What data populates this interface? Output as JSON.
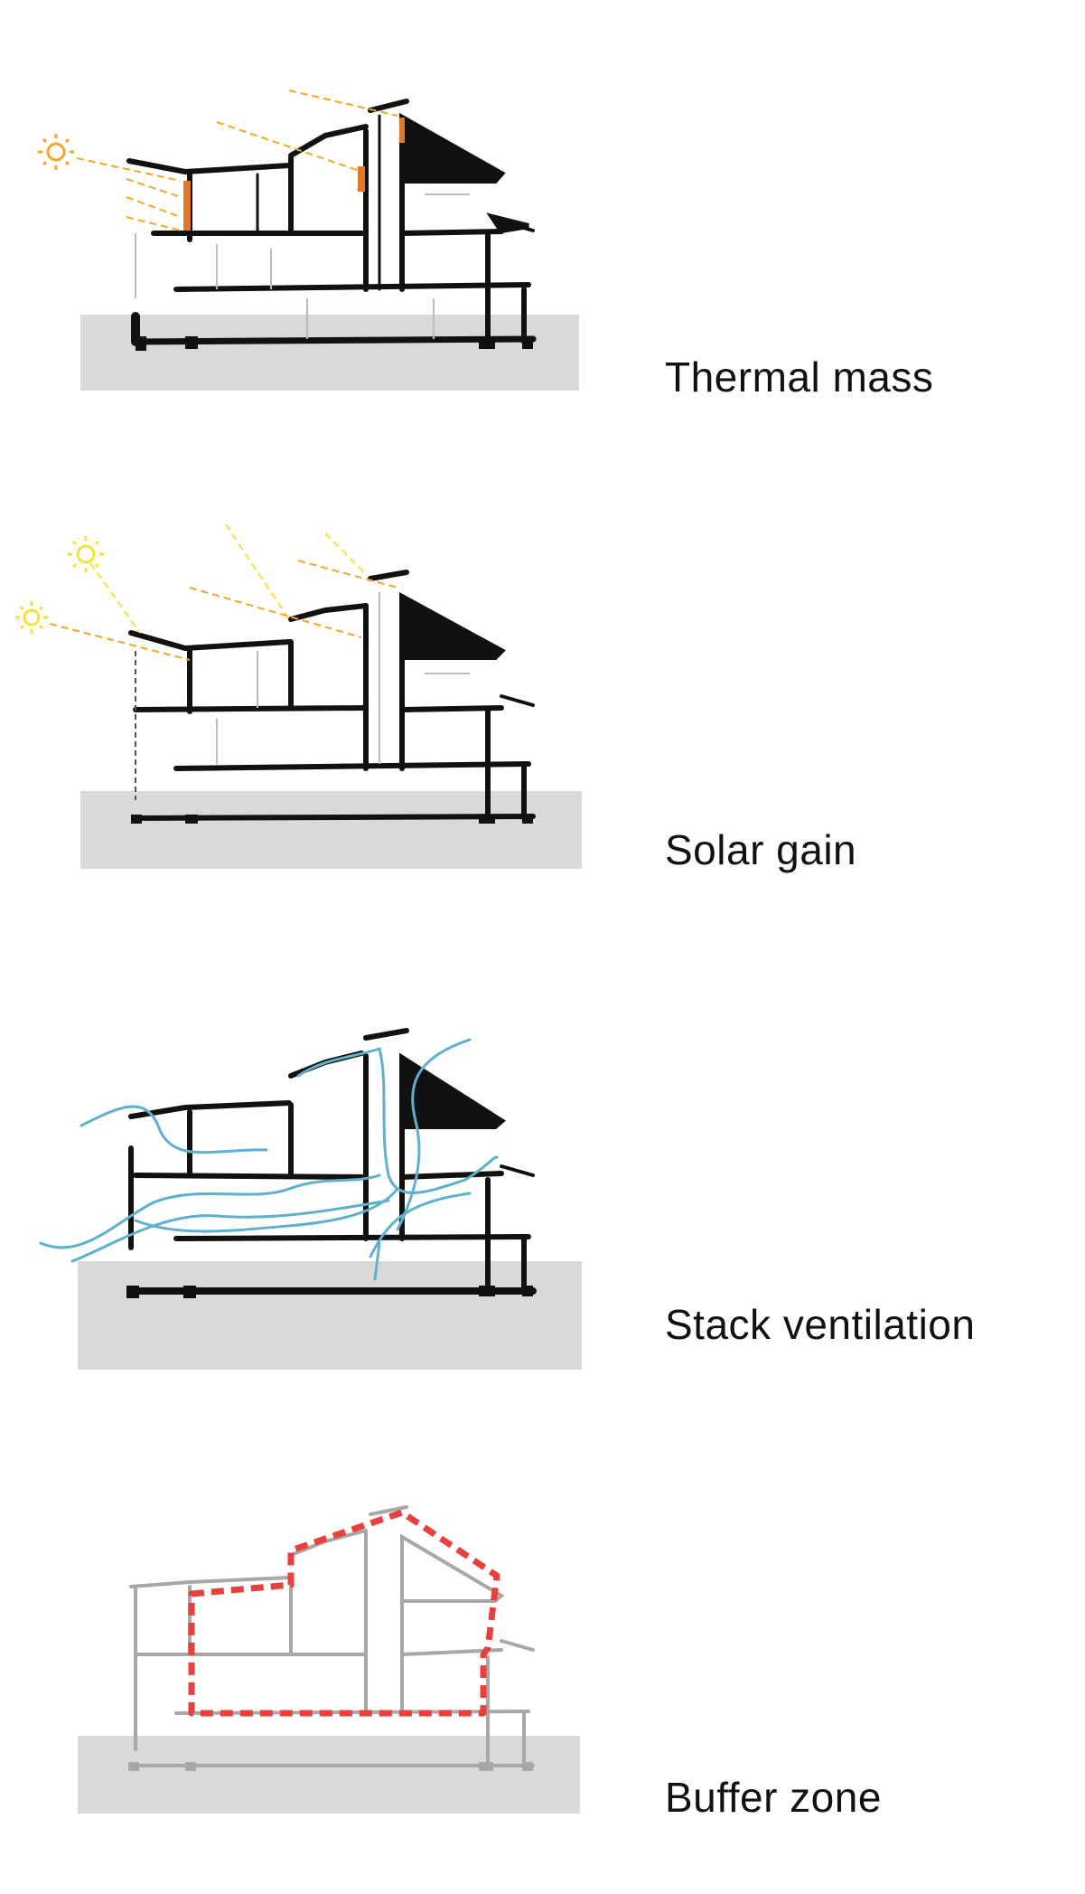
{
  "panels": [
    {
      "label": "Thermal mass"
    },
    {
      "label": "Solar gain"
    },
    {
      "label": "Stack ventilation"
    },
    {
      "label": "Buffer zone"
    }
  ],
  "colors": {
    "ground": "#d9d9d9",
    "ink": "#111111",
    "sun_orange": "#f5a623",
    "sun_yellow": "#f7e13a",
    "thermal_mass": "#e07a2a",
    "airflow": "#5fb0cc",
    "buffer_line": "#e8403a",
    "faded": "#a8a8a8"
  },
  "icons": [
    "sun-icon",
    "airflow-arrow-icon",
    "solar-ray-icon"
  ]
}
